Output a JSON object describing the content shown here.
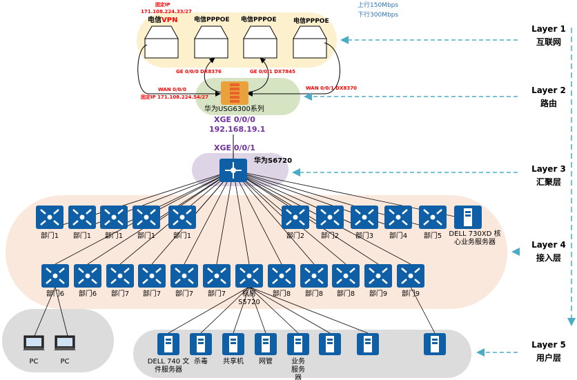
{
  "colors": {
    "layer1_bg": "#fdf0cc",
    "layer2_bg": "#d6e4c4",
    "layer3_bg": "#ddd5e6",
    "layer4_bg": "#fbe8dc",
    "layer5_bg": "#dcdcdc",
    "device_blue": "#0f5fa6",
    "firewall_orange": "#e9a13b",
    "arrow": "#4bacc6",
    "ip_red": "#ff0000",
    "port_purple": "#7030a0"
  },
  "bandwidth": {
    "up": "上行150Mbps",
    "down": "下行300Mbps"
  },
  "isp": {
    "static_ip_title": "固定IP",
    "static_ip": "171.108.224.33/27",
    "modems": [
      {
        "prefix": "电信",
        "suffix": "VPN"
      },
      {
        "prefix": "电信",
        "suffix": "PPPOE"
      },
      {
        "prefix": "电信",
        "suffix": "PPPOE"
      },
      {
        "prefix": "电信",
        "suffix": "PPPOE"
      }
    ],
    "ports": {
      "ge0": "GE 0/0/0 DX8376",
      "ge1": "GE 0/0/1 DX7845",
      "wan0": "WAN 0/0/0",
      "wan0_ip": "固定IP 171.108.224.54/27",
      "wan1": "WAN 0/0/1  DX8370"
    }
  },
  "firewall": {
    "name": "华为USG6300系列",
    "port": "XGE 0/0/0",
    "ip": "192.168.19.1"
  },
  "core": {
    "port": "XGE 0/0/1",
    "name": "华为S6720"
  },
  "access_row1": [
    "部门1",
    "部门1",
    "部门1",
    "部门1",
    "部门1",
    "部门2",
    "部门2",
    "部门3",
    "部门4",
    "部门5"
  ],
  "core_server": "DELL 730XD 核心业务服务器",
  "access_row2": [
    "部门6",
    "部门6",
    "部门7",
    "部门7",
    "部门7",
    "部门7",
    "机房 S5720",
    "部门8",
    "部门8",
    "部门8",
    "部门9",
    "部门9"
  ],
  "pcs": [
    "PC",
    "PC"
  ],
  "servers": [
    "DELL 740 文件服务器",
    "杀毒",
    "共享机",
    "网管",
    "业务服务器",
    "",
    "",
    ""
  ],
  "layers": [
    {
      "name": "Layer 1",
      "desc": "互联网"
    },
    {
      "name": "Layer 2",
      "desc": "路由"
    },
    {
      "name": "Layer 3",
      "desc": "汇聚层"
    },
    {
      "name": "Layer 4",
      "desc": "接入层"
    },
    {
      "name": "Layer 5",
      "desc": "用户层"
    }
  ]
}
